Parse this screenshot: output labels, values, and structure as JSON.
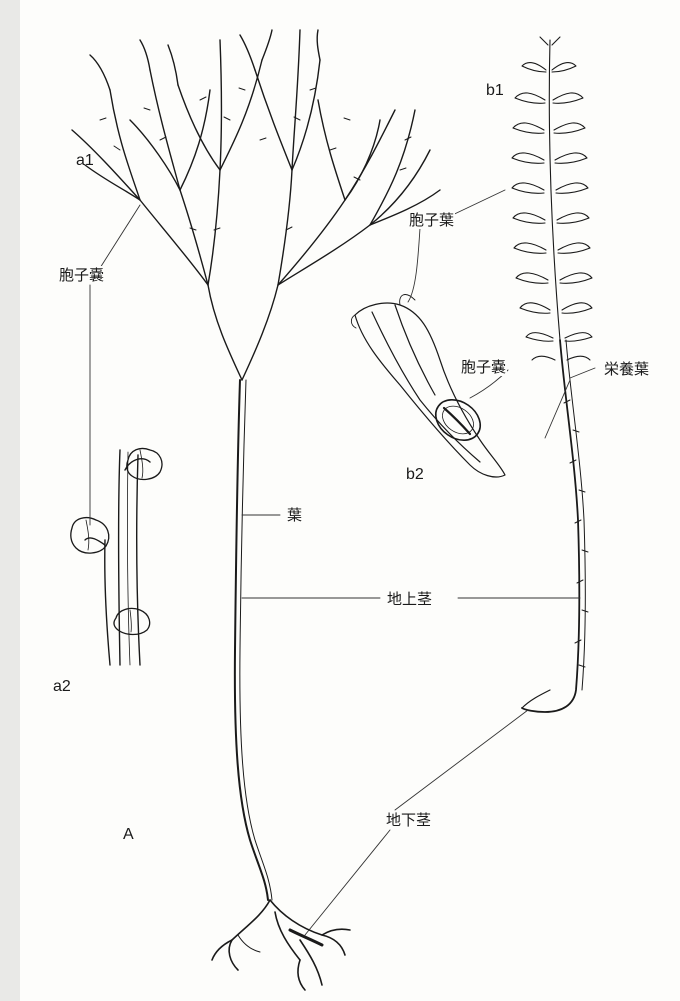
{
  "labels": {
    "a1": "a1",
    "a2": "a2",
    "A": "A",
    "b1": "b1",
    "b2": "b2",
    "sporangium_a": "胞子嚢",
    "sporophyll": "胞子葉",
    "sporangium_b": "胞子嚢",
    "vegetative_leaf": "栄養葉",
    "leaf": "葉",
    "aerial_stem": "地上茎",
    "rhizome": "地下茎"
  },
  "colors": {
    "ink": "#1a1a1a",
    "paper": "#fdfdfb",
    "margin": "#e9e9e7"
  }
}
